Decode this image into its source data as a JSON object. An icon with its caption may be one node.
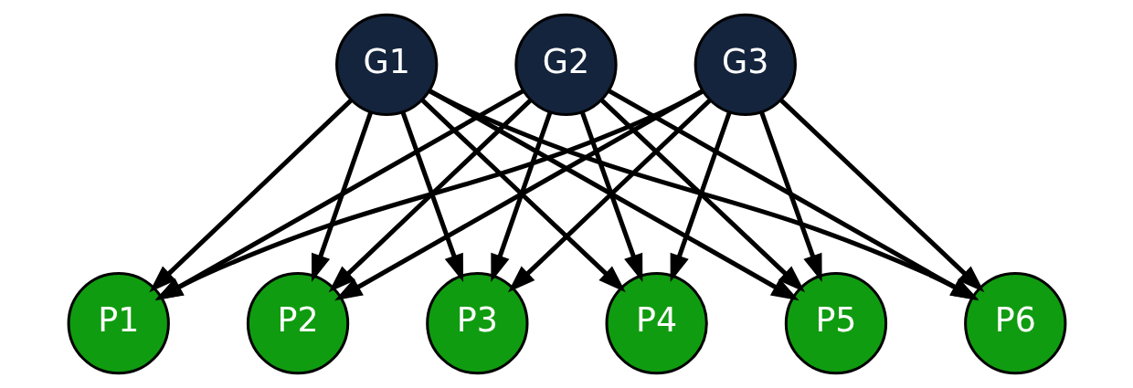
{
  "diagram": {
    "nodes": [
      {
        "text": [
          "G1"
        ]
      },
      {
        "text": [
          "G2"
        ]
      },
      {
        "text": [
          "G3"
        ]
      },
      {
        "text": [
          "P1"
        ]
      },
      {
        "text": [
          "P2"
        ]
      },
      {
        "text": [
          "P3"
        ]
      },
      {
        "text": [
          "P4"
        ]
      },
      {
        "text": [
          "P5"
        ]
      },
      {
        "text": [
          "P6"
        ]
      }
    ],
    "edges": [
      {
        "from": 0,
        "to": 3,
        "arrow": "to"
      },
      {
        "from": 0,
        "to": 4,
        "arrow": "to"
      },
      {
        "from": 0,
        "to": 5,
        "arrow": "to"
      },
      {
        "from": 0,
        "to": 6,
        "arrow": "to"
      },
      {
        "from": 0,
        "to": 7,
        "arrow": "to"
      },
      {
        "from": 0,
        "to": 8,
        "arrow": "to"
      },
      {
        "from": 1,
        "to": 3,
        "arrow": "to"
      },
      {
        "from": 1,
        "to": 4,
        "arrow": "to"
      },
      {
        "from": 1,
        "to": 5,
        "arrow": "to"
      },
      {
        "from": 1,
        "to": 6,
        "arrow": "to"
      },
      {
        "from": 1,
        "to": 7,
        "arrow": "to"
      },
      {
        "from": 1,
        "to": 8,
        "arrow": "to"
      },
      {
        "from": 2,
        "to": 3,
        "arrow": "to"
      },
      {
        "from": 2,
        "to": 4,
        "arrow": "to"
      },
      {
        "from": 2,
        "to": 5,
        "arrow": "to"
      },
      {
        "from": 2,
        "to": 6,
        "arrow": "to"
      },
      {
        "from": 2,
        "to": 7,
        "arrow": "to"
      },
      {
        "from": 2,
        "to": 8,
        "arrow": "to"
      }
    ]
  }
}
